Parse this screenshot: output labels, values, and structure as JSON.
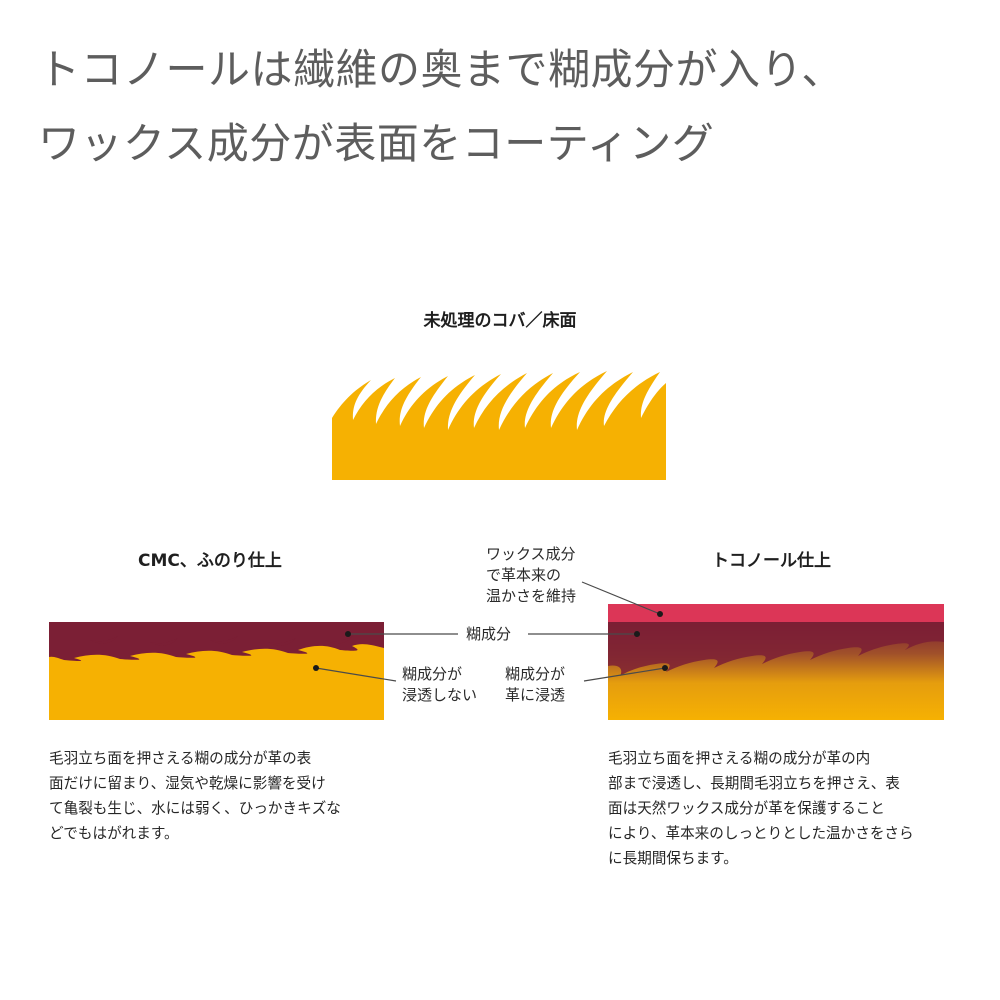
{
  "headline": {
    "line1": "トコノールは繊維の奥まで糊成分が入り、",
    "line2": "ワックス成分が表面をコーティング"
  },
  "diagrams": {
    "untreated": {
      "caption": "未処理のコバ／床面"
    },
    "cmc": {
      "caption": "CMC、ふのり仕上"
    },
    "tokonole": {
      "caption": "トコノール仕上"
    }
  },
  "callouts": {
    "wax": [
      "ワックス成分",
      "で革本来の",
      "温かさを維持"
    ],
    "paste": "糊成分",
    "no_penetrate": [
      "糊成分が",
      "浸透しない"
    ],
    "penetrate": [
      "糊成分が",
      "革に浸透"
    ]
  },
  "descriptions": {
    "cmc": [
      "毛羽立ち面を押さえる糊の成分が革の表",
      "面だけに留まり、湿気や乾燥に影響を受け",
      "て亀裂も生じ、水には弱く、ひっかきキズな",
      "どでもはがれます。"
    ],
    "tokonole": [
      "毛羽立ち面を押さえる糊の成分が革の内",
      "部まで浸透し、長期間毛羽立ちを押さえ、表",
      "面は天然ワックス成分が革を保護すること",
      "により、革本来のしっとりとした温かさをさら",
      "に長期間保ちます。"
    ]
  },
  "colors": {
    "leather_fiber": "#f6b102",
    "paste_layer": "#7b1f35",
    "wax_layer": "#dc3657",
    "headline_text": "#5d5d5d",
    "leader_line": "#4a4a4a"
  }
}
